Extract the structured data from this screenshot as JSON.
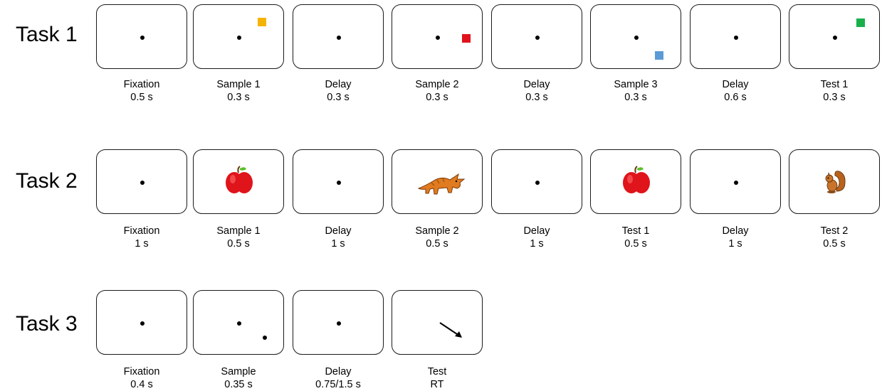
{
  "tasks": [
    {
      "label": "Task 1",
      "panels": [
        {
          "title": "Fixation",
          "duration": "0.5 s"
        },
        {
          "title": "Sample 1",
          "duration": "0.3 s"
        },
        {
          "title": "Delay",
          "duration": "0.3 s"
        },
        {
          "title": "Sample 2",
          "duration": "0.3 s"
        },
        {
          "title": "Delay",
          "duration": "0.3 s"
        },
        {
          "title": "Sample 3",
          "duration": "0.3 s"
        },
        {
          "title": "Delay",
          "duration": "0.6 s"
        },
        {
          "title": "Test 1",
          "duration": "0.3 s"
        }
      ]
    },
    {
      "label": "Task 2",
      "panels": [
        {
          "title": "Fixation",
          "duration": "1 s"
        },
        {
          "title": "Sample 1",
          "duration": "0.5 s"
        },
        {
          "title": "Delay",
          "duration": "1 s"
        },
        {
          "title": "Sample 2",
          "duration": "0.5 s"
        },
        {
          "title": "Delay",
          "duration": "1 s"
        },
        {
          "title": "Test 1",
          "duration": "0.5 s"
        },
        {
          "title": "Delay",
          "duration": "1 s"
        },
        {
          "title": "Test 2",
          "duration": "0.5 s"
        }
      ]
    },
    {
      "label": "Task 3",
      "panels": [
        {
          "title": "Fixation",
          "duration": "0.4 s"
        },
        {
          "title": "Sample",
          "duration": "0.35 s"
        },
        {
          "title": "Delay",
          "duration": "0.75/1.5 s"
        },
        {
          "title": "Test",
          "duration": "RT"
        }
      ]
    }
  ],
  "colors": {
    "sample1_square": "#f5b400",
    "sample2_square": "#e0121b",
    "sample3_square": "#5b9bd5",
    "test1_square": "#19b04b"
  },
  "icons": [
    "apple-icon",
    "triceratops-icon",
    "squirrel-icon",
    "arrow-icon"
  ]
}
